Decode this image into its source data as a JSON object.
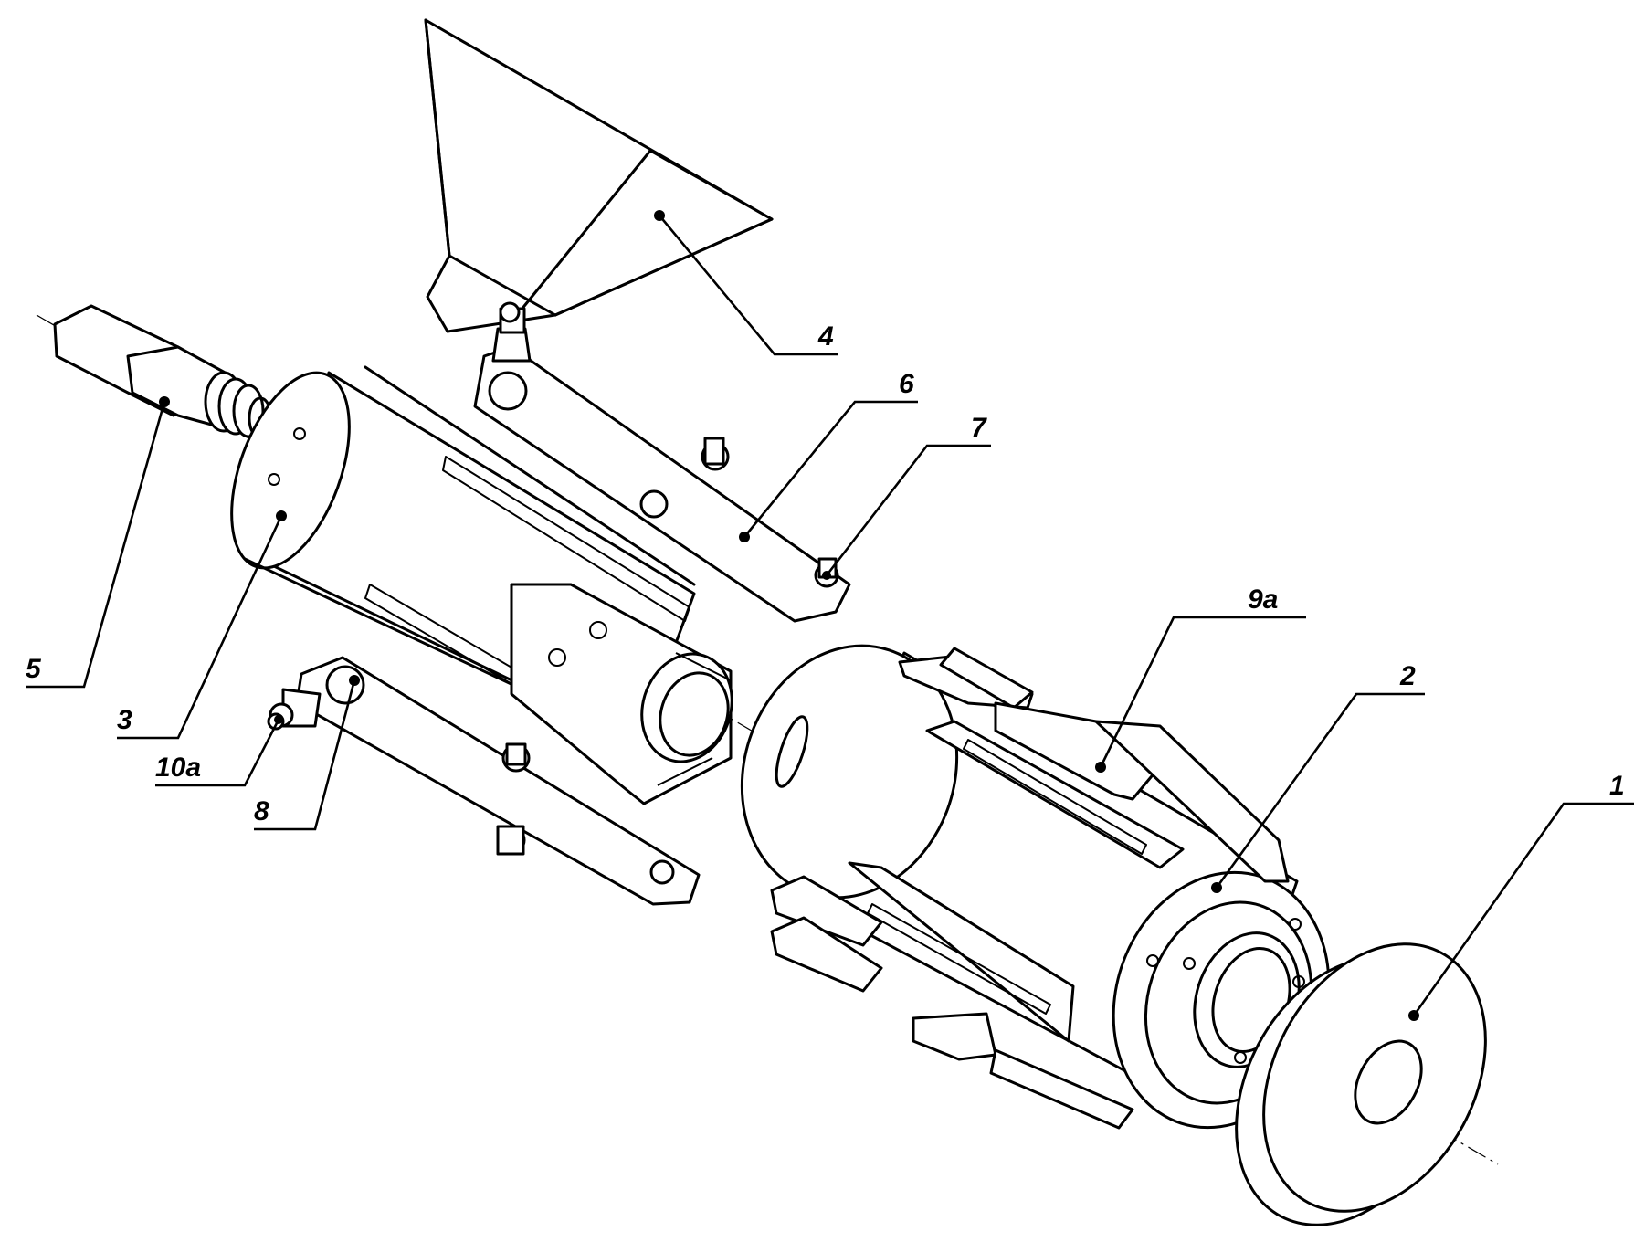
{
  "figure": {
    "labels": {
      "l1": "1",
      "l2": "2",
      "l3": "3",
      "l4": "4",
      "l5": "5",
      "l6": "6",
      "l7": "7",
      "l8": "8",
      "l9a": "9a",
      "l10a": "10a"
    }
  }
}
